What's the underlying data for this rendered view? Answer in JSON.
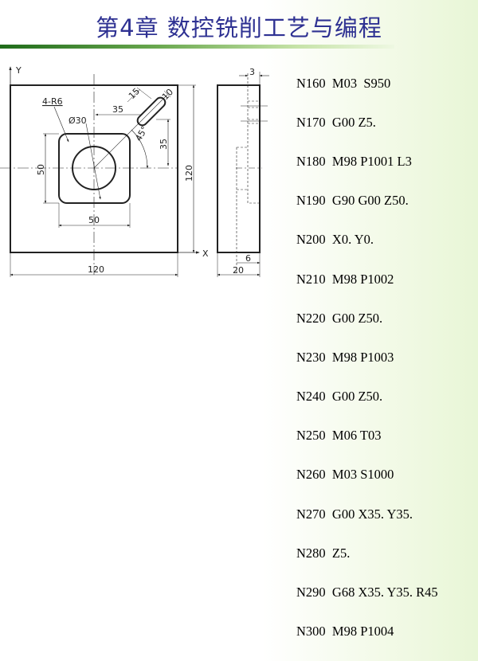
{
  "title": "第4章  数控铣削工艺与编程",
  "drawing": {
    "axis_y": "Y",
    "axis_x": "X",
    "dim_width_120": "120",
    "dim_height_120": "120",
    "dim_pocket_w": "50",
    "dim_pocket_h": "50",
    "dim_slot_x": "35",
    "dim_slot_y": "35",
    "dim_angle": "45°",
    "dim_circle": "Ø30",
    "dim_corner": "4-R6",
    "dim_slot_len": "15",
    "dim_slot_w": "10",
    "side_thickness": "20",
    "side_pocket_depth": "6",
    "side_slot_depth": "3"
  },
  "code_lines": [
    "N160  M03  S950",
    "N170  G00 Z5.",
    "N180  M98 P1001 L3",
    "N190  G90 G00 Z50.",
    "N200  X0. Y0.",
    "N210  M98 P1002",
    "N220  G00 Z50.",
    "N230  M98 P1003",
    "N240  G00 Z50.",
    "N250  M06 T03",
    "N260  M03 S1000",
    "N270  G00 X35. Y35.",
    "N280  Z5.",
    "N290  G68 X35. Y35. R45",
    "N300  M98 P1004"
  ]
}
